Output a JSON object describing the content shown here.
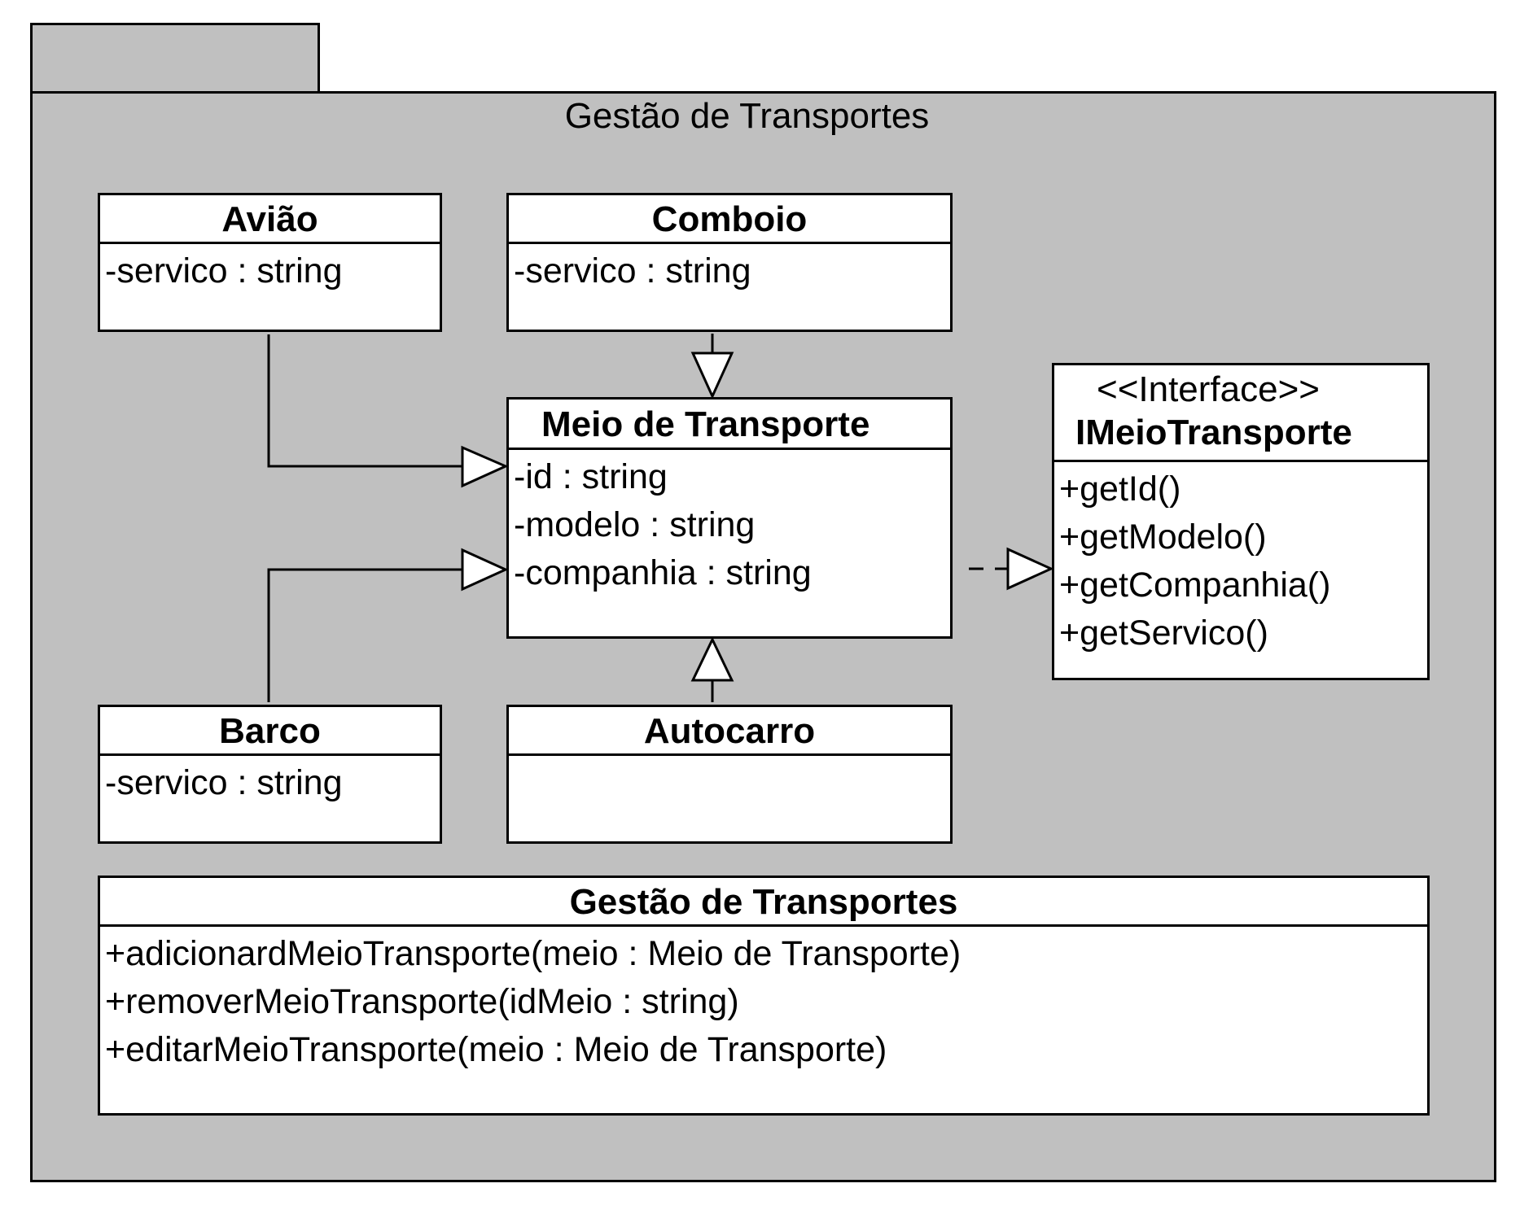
{
  "package": {
    "title": "Gestão de Transportes"
  },
  "classes": {
    "aviao": {
      "name": "Avião",
      "attributes": [
        "-servico : string"
      ]
    },
    "comboio": {
      "name": "Comboio",
      "attributes": [
        "-servico : string"
      ]
    },
    "meio": {
      "name": "Meio de Transporte",
      "attributes": [
        "-id : string",
        "-modelo : string",
        "-companhia : string"
      ]
    },
    "barco": {
      "name": "Barco",
      "attributes": [
        "-servico : string"
      ]
    },
    "autocarro": {
      "name": "Autocarro",
      "attributes": []
    },
    "gestao": {
      "name": "Gestão de Transportes",
      "operations": [
        "+adicionardMeioTransporte(meio : Meio de Transporte)",
        "+removerMeioTransporte(idMeio : string)",
        "+editarMeioTransporte(meio : Meio de Transporte)"
      ]
    }
  },
  "interface": {
    "stereotype": "<<Interface>>",
    "name": "IMeioTransporte",
    "operations": [
      "+getId()",
      "+getModelo()",
      "+getCompanhia()",
      "+getServico()"
    ]
  }
}
